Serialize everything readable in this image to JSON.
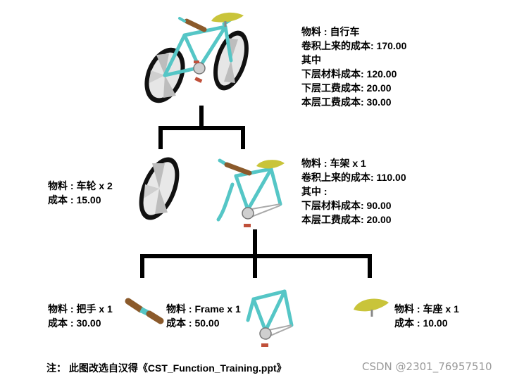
{
  "top": {
    "lines": [
      "物料 : 自行车",
      "卷积上来的成本: 170.00",
      "其中",
      "下层材料成本: 120.00",
      "下层工费成本: 20.00",
      "本层工费成本: 30.00"
    ]
  },
  "wheel": {
    "lines": [
      "物料 : 车轮 x 2",
      "成本 : 15.00"
    ]
  },
  "frameset": {
    "lines": [
      "物料 : 车架 x 1",
      "卷积上来的成本: 110.00",
      "其中 :",
      "下层材料成本: 90.00",
      "本层工费成本: 20.00"
    ]
  },
  "handle": {
    "lines": [
      "物料 : 把手 x 1",
      "成本 : 30.00"
    ]
  },
  "frame": {
    "lines": [
      "物料 : Frame x 1",
      "成本 : 50.00"
    ]
  },
  "seat": {
    "lines": [
      "物料 : 车座 x 1",
      "成本 : 10.00"
    ]
  },
  "note": "注：   此图改选自汉得《CST_Function_Training.ppt》",
  "watermark": "CSDN @2301_76957510",
  "colors": {
    "frame": "#55c6c6",
    "seat": "#c9c43a",
    "handle": "#8b5a2b",
    "tire": "#111111",
    "pedal": "#c0503a"
  },
  "icons": [
    "bicycle-icon",
    "wheel-icon",
    "frameset-icon",
    "handlebar-icon",
    "frame-icon",
    "seat-icon"
  ]
}
